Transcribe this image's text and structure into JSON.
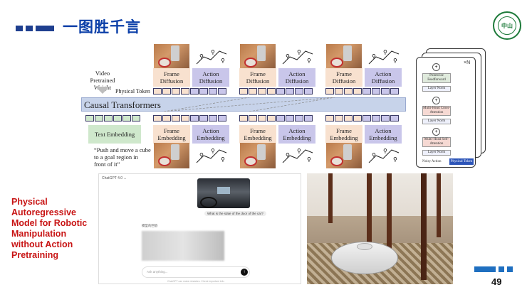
{
  "slide": {
    "title": "一图胜千言",
    "page_number": "49",
    "accent_color": "#1f3f8f",
    "highlight_color": "#c81414"
  },
  "diagram": {
    "video_pretrained_label": "Video Pretrained Weight",
    "physical_token_label": "Physical Token",
    "causal_transformers_label": "Causal Transformers",
    "text_embedding_label": "Text Embedding",
    "instruction_text": "“Push and move a cube to a goal region in front of it”",
    "top_labels": [
      {
        "frame": "Frame Diffusion",
        "action": "Action Diffusion"
      },
      {
        "frame": "Frame Diffusion",
        "action": "Action Diffusion"
      },
      {
        "frame": "Frame Diffusion",
        "action": "Action Diffusion"
      }
    ],
    "bottom_labels": [
      {
        "frame": "Frame Embedding",
        "action": "Action Embedding"
      },
      {
        "frame": "Frame Embedding",
        "action": "Action Embedding"
      },
      {
        "frame": "Frame Embedding",
        "action": "Action Embedding"
      }
    ],
    "block": {
      "repeat": "×N",
      "feedforward": "Pointwise Feedforward",
      "layer_norm": "Layer Norm",
      "cross_attention": "Multi-Head Cross-Attention",
      "self_attention": "Multi-Head Self-Attention",
      "noisy_action": "Noisy Action",
      "physical_token": "Physical Token",
      "plus": "+"
    }
  },
  "chat_screenshot": {
    "app_title": "ChatGPT 4.0 ⌄",
    "question": "What is the state of the door of the car?",
    "response_label": "模型的回答",
    "input_placeholder": "Ask anything...",
    "footer_note": "ChatGPT can make mistakes. Check important info."
  },
  "caption": {
    "text": "Physical Autoregressive Model for Robotic Manipulation without Action Pretraining"
  }
}
